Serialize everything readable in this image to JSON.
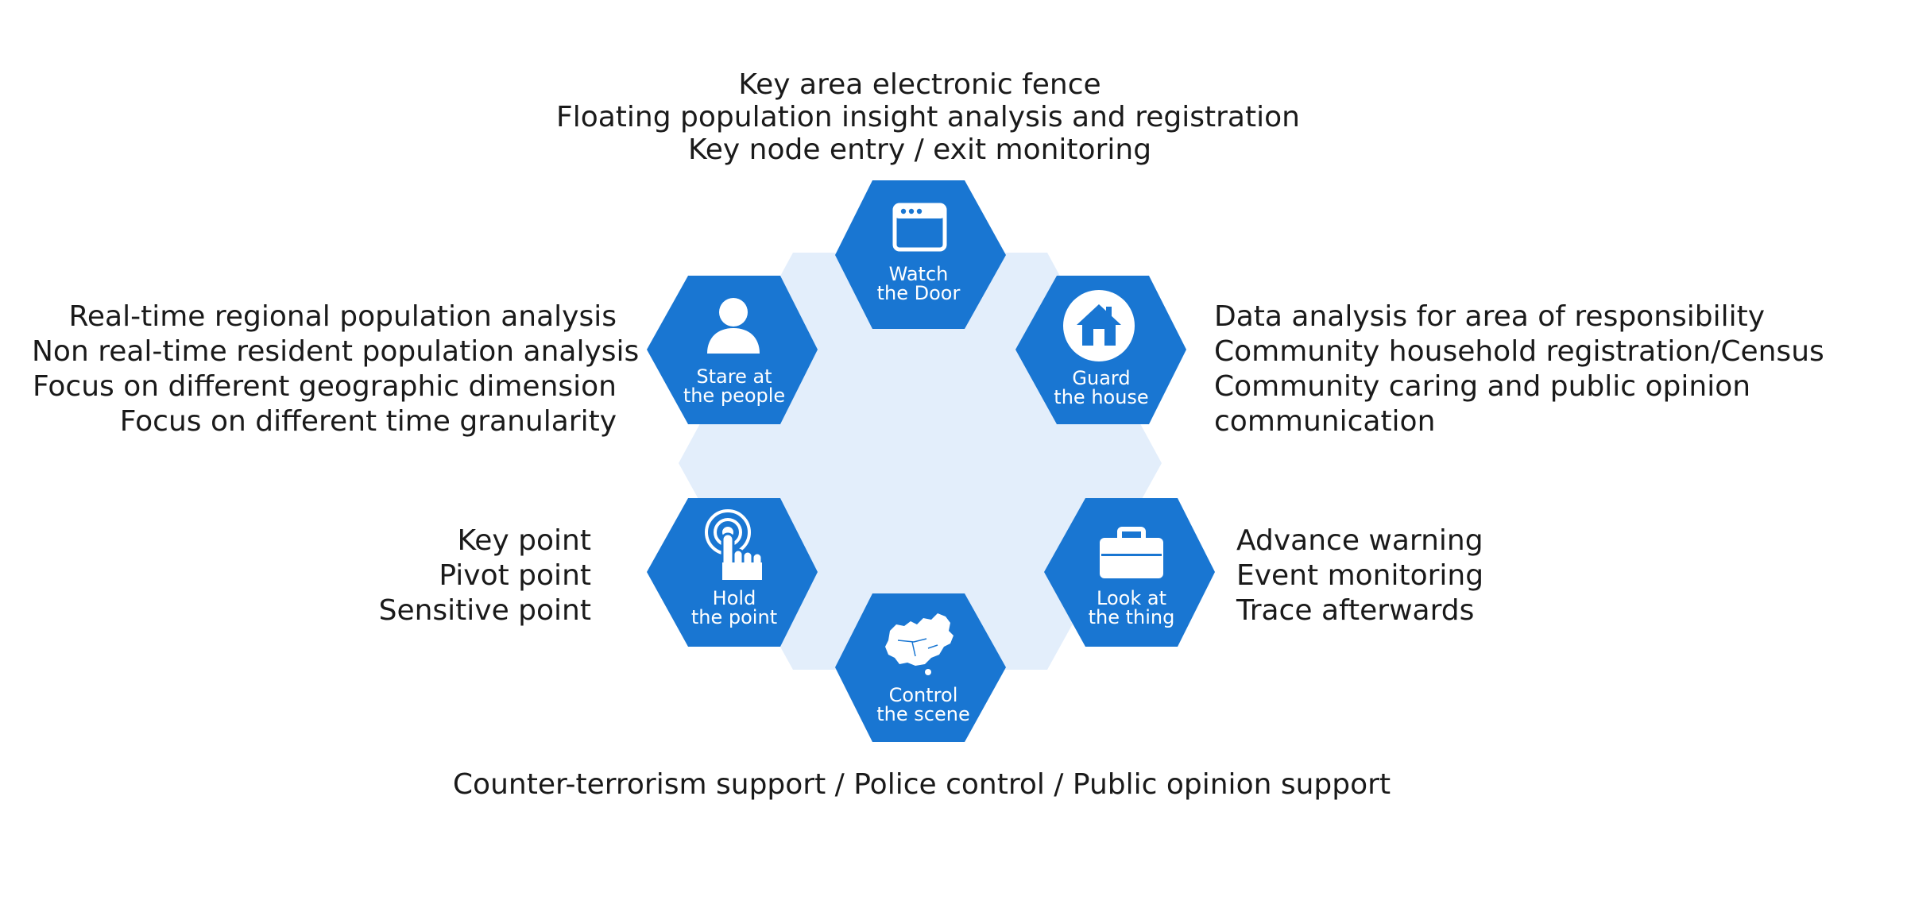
{
  "colors": {
    "hex_fill": "#1976D2",
    "background_hex": "#E3EEFB",
    "icon": "#ffffff",
    "text": "#1a1a1a"
  },
  "nodes": [
    {
      "id": "watch-door",
      "label_lines": [
        "Watch",
        "the Door"
      ],
      "icon": "browser-window-icon"
    },
    {
      "id": "guard-house",
      "label_lines": [
        "Guard",
        "the house"
      ],
      "icon": "house-icon"
    },
    {
      "id": "look-thing",
      "label_lines": [
        "Look at",
        "the thing"
      ],
      "icon": "briefcase-icon"
    },
    {
      "id": "control-scene",
      "label_lines": [
        "Control",
        "the scene"
      ],
      "icon": "china-map-icon"
    },
    {
      "id": "hold-point",
      "label_lines": [
        "Hold",
        "the point"
      ],
      "icon": "touch-point-icon"
    },
    {
      "id": "stare-people",
      "label_lines": [
        "Stare at",
        "the people"
      ],
      "icon": "person-icon"
    }
  ],
  "descriptions": {
    "top": [
      "Key area electronic fence",
      "Floating population insight analysis  and registration",
      "Key node entry / exit monitoring"
    ],
    "left_upper": [
      "Real-time regional population analysis",
      "Non real-time resident population analysis",
      "Focus on different geographic dimension",
      "Focus on different time granularity"
    ],
    "right_upper": [
      "Data analysis for area of responsibility",
      "Community household registration/Census",
      "Community caring and public opinion",
      "communication"
    ],
    "left_lower": [
      "Key point",
      "Pivot point",
      "Sensitive point"
    ],
    "right_lower": [
      "Advance warning",
      "Event monitoring",
      "Trace afterwards"
    ],
    "bottom": [
      "Counter-terrorism support / Police control / Public opinion support"
    ]
  }
}
